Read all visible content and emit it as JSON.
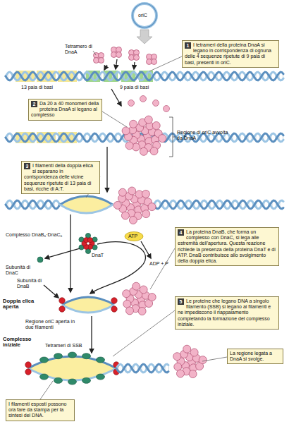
{
  "diagram": {
    "nodes": [
      {
        "text": [
          "1",
          "I tetrameri della proteina DnaA si legano in corrispondenza di ognuna delle 4 sequenze ripetute di 9 paia di basi, presenti in oriC."
        ]
      },
      {
        "text": [
          "2",
          "Da 20 a 40 monomeri della proteina DnaA si legano al complesso"
        ]
      },
      {
        "text": [
          "3",
          "I filamenti della doppia elica si separano in corrispondenza delle vicine sequenze ripetute di 13 paia di basi, ricche di A:T."
        ]
      },
      {
        "text": [
          "4",
          "La proteina DnaB, che forma un complesso con DnaC, si lega alle estremità dell'apertura. Questa reazione richiede la presenza della proteina DnaT e di ATP. DnaB contribuisce allo svolgimento della doppia elica."
        ]
      },
      {
        "text": [
          "5",
          "Le proteine che legano DNA a singolo filamento (SSB) si legano ai filamenti e ne impediscono il riappaiamento completando la formazione del complesso iniziale."
        ]
      },
      {
        "text": [
          "La regione legata a DnaA si svolge."
        ]
      },
      {
        "text": [
          "I filamenti esposti possono ora fare da stampa per la sintesi del DNA."
        ]
      }
    ],
    "labels": [
      "oriC",
      "Tetramero di DnaA",
      "13 paia di basi",
      "9 paia di basi",
      "Regione di oriC avvolta da DnaA",
      "Complesso DnaB₆·DnaC₆",
      "ATP",
      "DnaT",
      "Subunità di DnaC",
      "ADP + P",
      "Subunità di DnaB",
      "Doppia elica aperta",
      "Regione oriC aperta in due filamenti",
      "Complesso iniziale",
      "Tetrameri di SSB"
    ]
  }
}
